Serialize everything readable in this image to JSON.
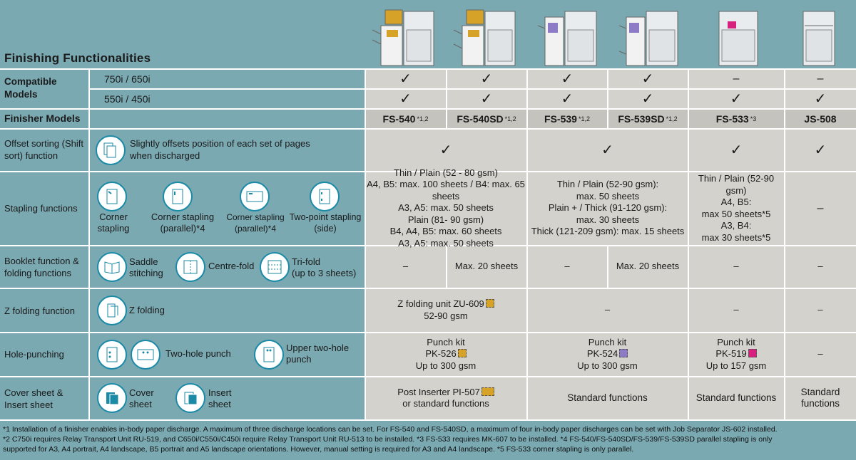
{
  "title": "Finishing Functionalities",
  "compatible_models": {
    "label": "Compatible Models",
    "rows": [
      {
        "model": "750i / 650i",
        "values": [
          "✓",
          "✓",
          "✓",
          "✓",
          "–",
          "–"
        ]
      },
      {
        "model": "550i / 450i",
        "values": [
          "✓",
          "✓",
          "✓",
          "✓",
          "✓",
          "✓"
        ]
      }
    ]
  },
  "finisher_models": {
    "label": "Finisher Models",
    "items": [
      {
        "name": "FS-540",
        "note": "*1,2"
      },
      {
        "name": "FS-540SD",
        "note": "*1,2"
      },
      {
        "name": "FS-539",
        "note": "*1,2"
      },
      {
        "name": "FS-539SD",
        "note": "*1,2"
      },
      {
        "name": "FS-533",
        "note": "*3"
      },
      {
        "name": "JS-508",
        "note": ""
      }
    ]
  },
  "offset": {
    "label": "Offset sorting (Shift sort) function",
    "desc": "Slightly offsets position of each set of pages when discharged",
    "values": [
      "✓",
      "✓",
      "✓",
      "✓"
    ]
  },
  "stapling": {
    "label": "Stapling functions",
    "icons": [
      {
        "label1": "Corner",
        "label2": "stapling"
      },
      {
        "label1": "Corner stapling",
        "label2": "(parallel)*4"
      },
      {
        "label1": "Corner stapling",
        "label2": "(parallel)*4"
      },
      {
        "label1": "Two-point stapling",
        "label2": "(side)"
      }
    ],
    "fs540": [
      "Thin / Plain (52 - 80 gsm)",
      "A4, B5: max. 100 sheets / B4: max. 65 sheets",
      "A3, A5: max. 50 sheets",
      "Plain (81- 90 gsm)",
      "B4, A4, B5: max. 60 sheets",
      "A3, A5: max. 50 sheets"
    ],
    "fs539": [
      "Thin / Plain (52-90 gsm):",
      "max. 50 sheets",
      "Plain + / Thick (91-120 gsm):",
      "max. 30 sheets",
      "Thick (121-209 gsm): max. 15 sheets"
    ],
    "fs533": [
      "Thin / Plain (52-90 gsm)",
      "A4, B5:",
      "max 50 sheets*5",
      "A3, B4:",
      "max 30 sheets*5"
    ],
    "js508": "–"
  },
  "booklet": {
    "label": "Booklet function & folding functions",
    "icons": [
      {
        "label1": "Saddle",
        "label2": "stitching"
      },
      {
        "label1": "Centre-fold",
        "label2": ""
      },
      {
        "label1": "Tri-fold",
        "label2": "(up to 3 sheets)"
      }
    ],
    "values": [
      "–",
      "Max. 20 sheets",
      "–",
      "Max. 20 sheets",
      "–",
      "–"
    ]
  },
  "zfold": {
    "label": "Z folding function",
    "icon_label": "Z folding",
    "fs540": [
      "Z folding unit ZU-609",
      "52-90 gsm"
    ],
    "fs539": "–",
    "fs533": "–",
    "js508": "–"
  },
  "punch": {
    "label": "Hole-punching",
    "icons": [
      {
        "label1": "Two-hole punch",
        "label2": ""
      },
      {
        "label1": "Upper two-hole",
        "label2": "punch"
      }
    ],
    "fs540": [
      "Punch kit",
      "PK-526",
      "Up to 300 gsm"
    ],
    "fs539": [
      "Punch kit",
      "PK-524",
      "Up to 300 gsm"
    ],
    "fs533": [
      "Punch kit",
      "PK-519",
      "Up to 157 gsm"
    ],
    "js508": "–"
  },
  "cover": {
    "label": "Cover sheet & Insert sheet",
    "icons": [
      {
        "label1": "Cover",
        "label2": "sheet"
      },
      {
        "label1": "Insert",
        "label2": "sheet"
      }
    ],
    "fs540": [
      "Post Inserter PI-507",
      "or standard functions"
    ],
    "fs539": "Standard functions",
    "fs533": "Standard functions",
    "js508": [
      "Standard",
      "functions"
    ]
  },
  "colors": {
    "fs540_accent": "#d6a228",
    "fs539_accent": "#8e7bc6",
    "fs533_accent": "#d6217e",
    "row_bg": "#7aa9b2",
    "cell_bg": "#d3d2cc"
  },
  "footnotes": [
    "*1 Installation of a finisher enables in-body paper discharge. A maximum of three discharge locations can be set. For FS-540 and FS-540SD, a maximum of four in-body paper discharges can be set with Job Separator JS-602 installed.",
    "*2 C750i requires Relay Transport Unit RU-519, and C650i/C550i/C450i require Relay Transport Unit RU-513 to be installed.  *3 FS-533 requires MK-607 to be installed.  *4 FS-540/FS-540SD/FS-539/FS-539SD parallel stapling is only",
    "supported for A3, A4 portrait, A4 landscape, B5 portrait and A5 landscape orientations. However, manual setting is required for A3 and A4 landscape.  *5 FS-533 corner stapling is only parallel."
  ]
}
